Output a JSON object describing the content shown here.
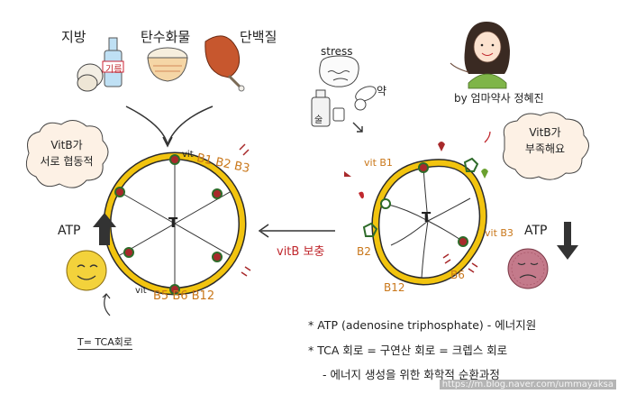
{
  "food_labels": {
    "fat": "지방",
    "carb": "탄수화물",
    "protein": "단백질",
    "oil_bottle": "기름"
  },
  "stress_group": {
    "stress": "stress",
    "medicine": "약",
    "alcohol": "술"
  },
  "author": "by 엄마약사 정혜진",
  "bubbles": {
    "left": "VitB가\n서로 협동적",
    "right": "VitB가\n부족해요"
  },
  "left_wheel": {
    "center": "T",
    "top_label_prefix": "vit",
    "top_label_vitamins": "B1 B2 B3",
    "bottom_label_prefix": "vit",
    "bottom_label_vitamins": "B5 B6 B12",
    "atp": "ATP",
    "t_note": "T= TCA회로"
  },
  "right_wheel": {
    "center": "T",
    "b1": "vit B1",
    "b2": "B2",
    "b3": "vit B3",
    "b6": "B6",
    "b12": "B12",
    "atp": "ATP"
  },
  "arrow_label": "vitB 보충",
  "notes": [
    "* ATP (adenosine triphosphate) - 에너지원",
    "* TCA 회로 = 구연산 회로 = 크렙스 회로",
    "- 에너지 생성을 위한 화학적 순환과정"
  ],
  "watermark": "https://m.blog.naver.com/ummayaksa",
  "colors": {
    "ring": "#f2c40f",
    "ring_outline": "#2b2b2b",
    "green": "#2e6b2a",
    "red": "#a8292b",
    "orange": "#c9771a",
    "arrow": "#333333",
    "happy_face": "#f3d23b",
    "sad_face": "#c47a8b"
  }
}
